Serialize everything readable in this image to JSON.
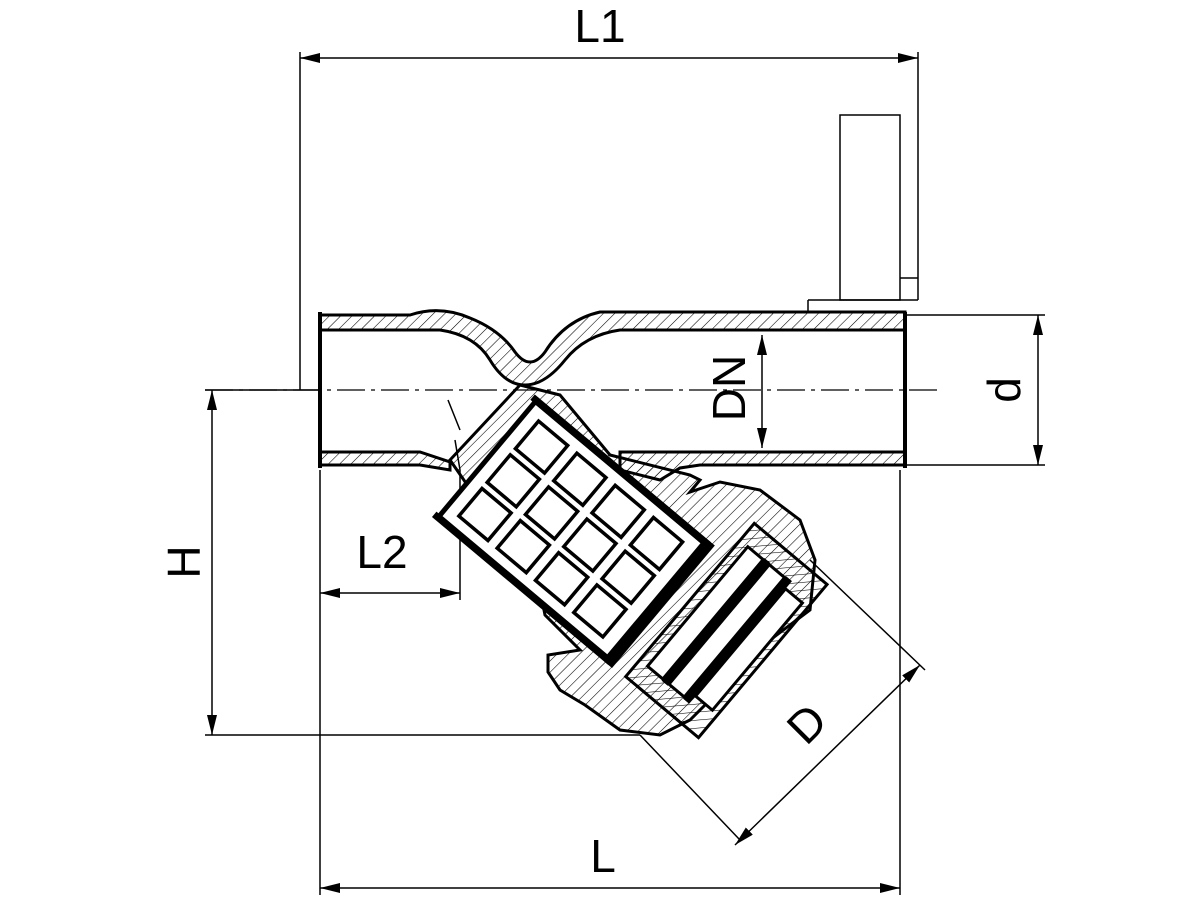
{
  "labels": {
    "L1": "L1",
    "DN": "DN",
    "d": "d",
    "H": "H",
    "L2": "L2",
    "D": "D",
    "L": "L"
  },
  "colors": {
    "line": "#000000",
    "background": "#ffffff"
  }
}
